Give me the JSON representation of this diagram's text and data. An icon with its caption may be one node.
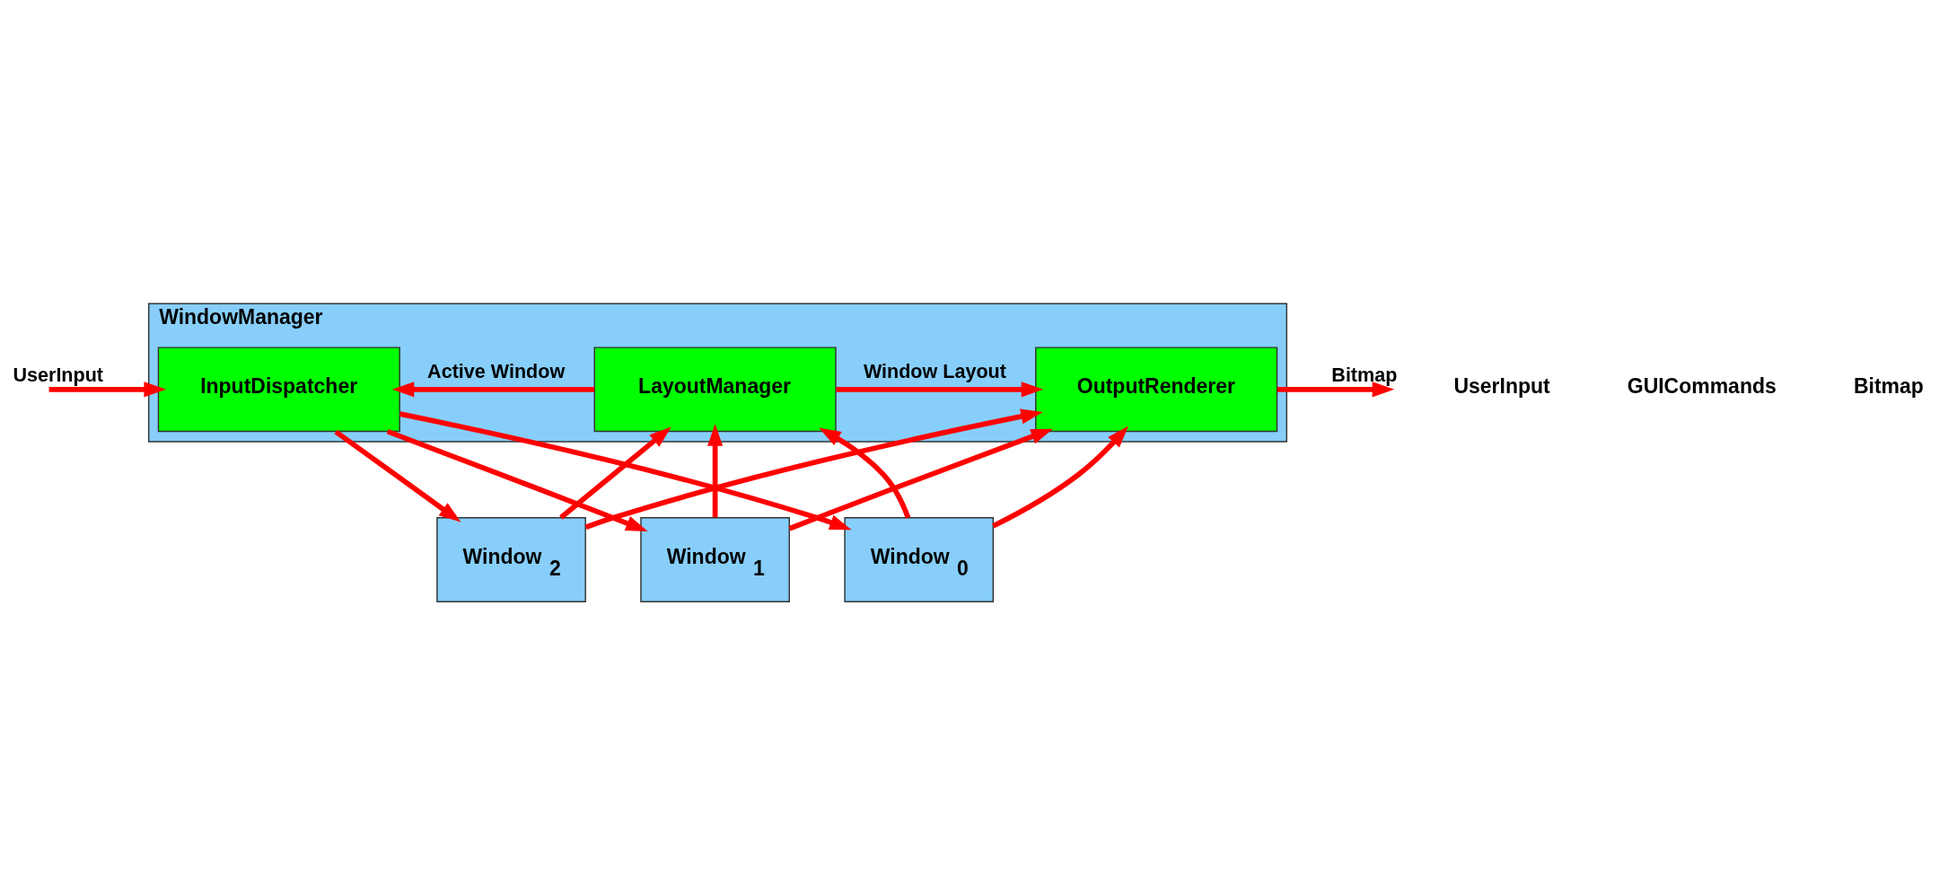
{
  "diagram": {
    "nodes": [
      {
        "text": [
          "WindowManager"
        ]
      },
      {
        "text": [
          "InputDispatcher"
        ],
        "in": 0
      },
      {
        "text": [
          "LayoutManager"
        ],
        "in": 0
      },
      {
        "text": [
          "OutputRenderer"
        ],
        "in": 0
      },
      {
        "text": [
          "Window $_{0}$"
        ]
      },
      {
        "text": [
          "Window $_{1}$"
        ]
      },
      {
        "text": [
          "Window $_{2}$"
        ]
      }
    ],
    "edges": [
      {
        "from": null,
        "to": 1,
        "arrow": "to",
        "label": "UserInput"
      },
      {
        "from": 2,
        "to": 1,
        "arrow": "to",
        "label": "Active Window"
      },
      {
        "from": 2,
        "to": 3,
        "arrow": "to",
        "label": "Window Layout"
      },
      {
        "from": 3,
        "to": null,
        "arrow": "to",
        "label": "Bitmap"
      },
      {
        "from": 1,
        "to": 4,
        "arrow": "to"
      },
      {
        "from": 1,
        "to": 5,
        "arrow": "to"
      },
      {
        "from": 1,
        "to": 6,
        "arrow": "to"
      },
      {
        "from": 4,
        "to": 2,
        "arrow": "to"
      },
      {
        "from": 5,
        "to": 2,
        "arrow": "to"
      },
      {
        "from": 6,
        "to": 2,
        "arrow": "to"
      },
      {
        "from": 4,
        "to": 3,
        "arrow": "to"
      },
      {
        "from": 5,
        "to": 3,
        "arrow": "to"
      },
      {
        "from": 6,
        "to": 3,
        "arrow": "to"
      }
    ],
    "labels": [
      "UserInput",
      "GUICommands",
      "Bitmap"
    ]
  }
}
